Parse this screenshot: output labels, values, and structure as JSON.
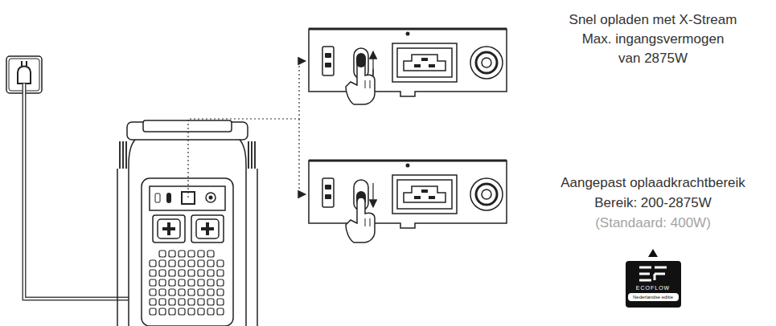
{
  "diagram": {
    "nodes": [
      {
        "text": [
          "ECOFLOW",
          "Nederlandse editie"
        ]
      }
    ],
    "labels": [
      "Snel opladen met X-Stream",
      "Max. ingangsvermogen van 2875W",
      "Aangepast oplaadkrachtbereik",
      "Bereik: 200-2875W",
      "(Standaard: 400W)"
    ]
  }
}
